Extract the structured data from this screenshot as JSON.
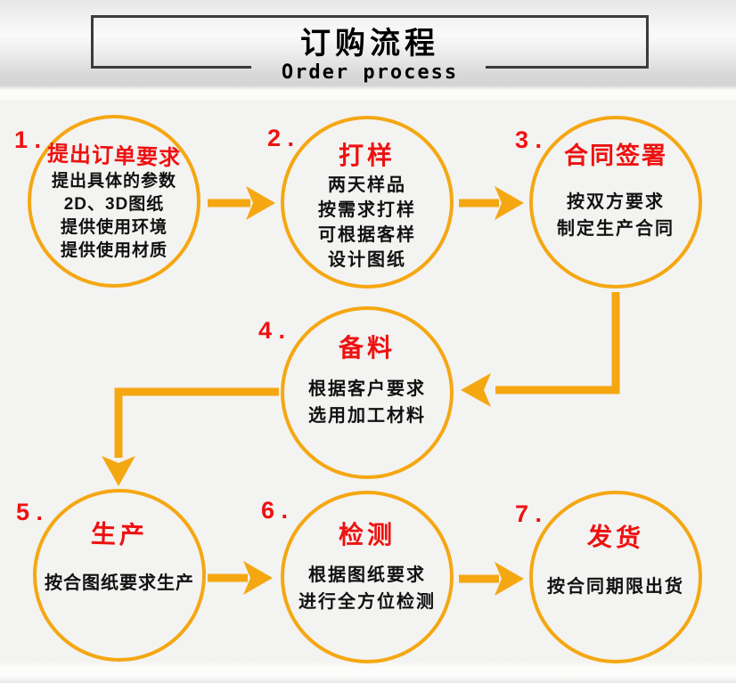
{
  "header": {
    "title": "订购流程",
    "subtitle": "Order process"
  },
  "steps": [
    {
      "num": "1 .",
      "title": "提出订单要求",
      "lines": [
        "提出具体的参数",
        "2D、3D图纸",
        "提供使用环境",
        "提供使用材质"
      ]
    },
    {
      "num": "2 .",
      "title": "打样",
      "lines": [
        "两天样品",
        "按需求打样",
        "可根据客样",
        "设计图纸"
      ]
    },
    {
      "num": "3 .",
      "title": "合同签署",
      "lines": [
        "按双方要求",
        "制定生产合同"
      ]
    },
    {
      "num": "4 .",
      "title": "备料",
      "lines": [
        "根据客户要求",
        "选用加工材料"
      ]
    },
    {
      "num": "5 .",
      "title": "生产",
      "lines": [
        "按合图纸要求生产"
      ]
    },
    {
      "num": "6 .",
      "title": "检测",
      "lines": [
        "根据图纸要求",
        "进行全方位检测"
      ]
    },
    {
      "num": "7 .",
      "title": "发货",
      "lines": [
        "按合同期限出货"
      ]
    }
  ],
  "colors": {
    "accent_orange": "#F5A712",
    "step_red": "#EE1111",
    "body_text": "#111111",
    "box_border": "#3B3B3B",
    "background": "#F3F3F1"
  }
}
